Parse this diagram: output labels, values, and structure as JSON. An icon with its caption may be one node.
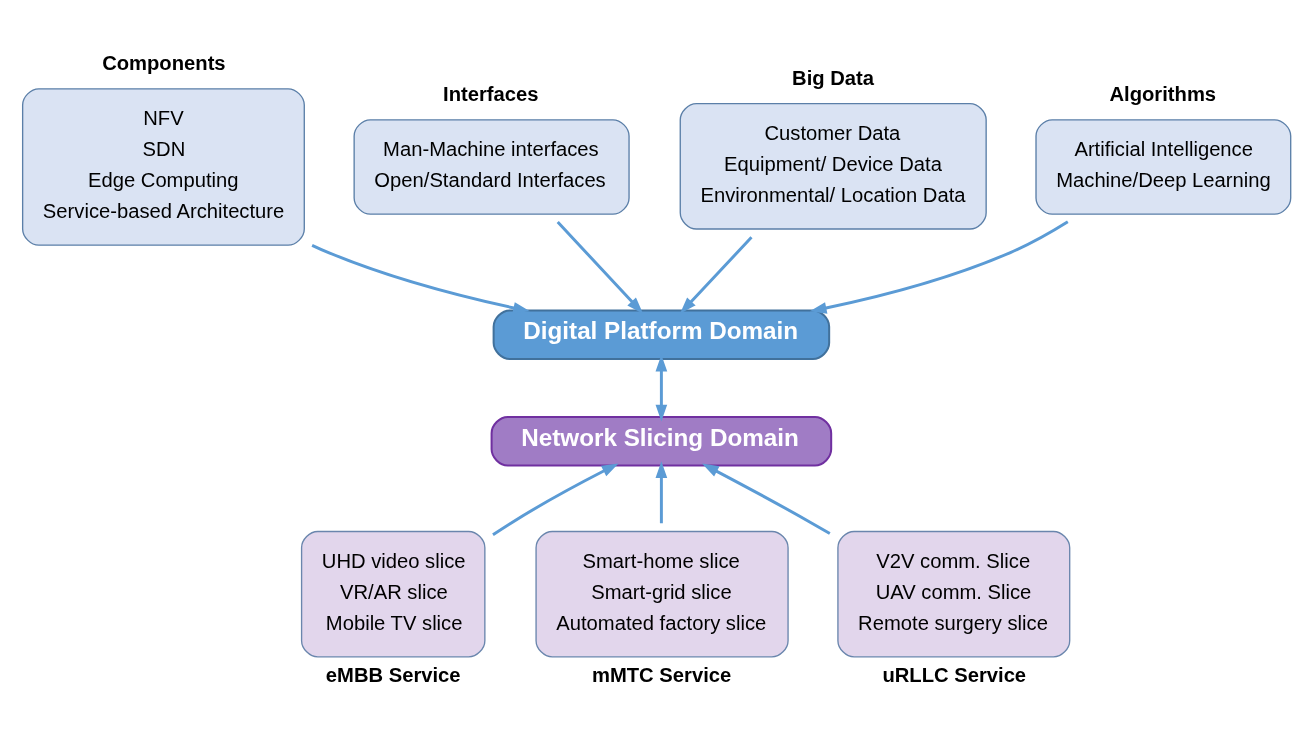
{
  "diagram": {
    "nodes": [
      {
        "text": [
          "Components",
          "NFV",
          "SDN",
          "Edge Computing",
          "Service-based Architecture"
        ]
      },
      {
        "text": [
          "Interfaces",
          "Man-Machine interfaces",
          "Open/Standard Interfaces"
        ]
      },
      {
        "text": [
          "Big Data",
          "Customer Data",
          "Equipment/ Device Data",
          "Environmental/ Location Data"
        ]
      },
      {
        "text": [
          "Algorithms",
          "Artificial Intelligence",
          "Machine/Deep Learning"
        ]
      },
      {
        "text": [
          "Digital Platform Domain"
        ]
      },
      {
        "text": [
          "Network Slicing Domain"
        ]
      },
      {
        "text": [
          "UHD video slice",
          "VR/AR slice",
          "Mobile TV slice",
          "eMBB Service"
        ]
      },
      {
        "text": [
          "Smart-home slice",
          "Smart-grid slice",
          "Automated factory slice",
          "mMTC Service"
        ]
      },
      {
        "text": [
          "V2V comm. Slice",
          "UAV comm. Slice",
          "Remote surgery slice",
          "uRLLC Service"
        ]
      }
    ],
    "edges": [
      {
        "from": 0,
        "to": 4,
        "arrow": "to"
      },
      {
        "from": 1,
        "to": 4,
        "arrow": "to"
      },
      {
        "from": 2,
        "to": 4,
        "arrow": "to"
      },
      {
        "from": 3,
        "to": 4,
        "arrow": "to"
      },
      {
        "from": 4,
        "to": 5,
        "arrow": "both"
      },
      {
        "from": 6,
        "to": 5,
        "arrow": "to"
      },
      {
        "from": 7,
        "to": 5,
        "arrow": "to"
      },
      {
        "from": 8,
        "to": 5,
        "arrow": "to"
      }
    ]
  }
}
